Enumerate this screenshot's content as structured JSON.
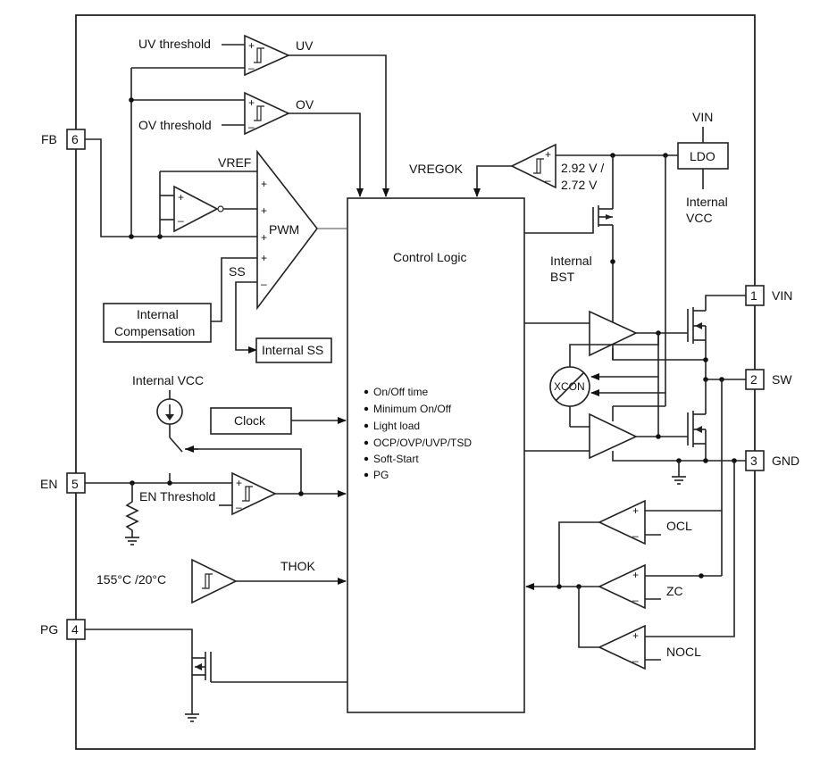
{
  "pins": {
    "fb": {
      "name": "FB",
      "num": "6"
    },
    "en": {
      "name": "EN",
      "num": "5"
    },
    "pg": {
      "name": "PG",
      "num": "4"
    },
    "vin": {
      "name": "VIN",
      "num": "1"
    },
    "sw": {
      "name": "SW",
      "num": "2"
    },
    "gnd": {
      "name": "GND",
      "num": "3"
    }
  },
  "labels": {
    "uv_threshold": "UV threshold",
    "uv": "UV",
    "ov_threshold": "OV threshold",
    "ov": "OV",
    "vref": "VREF",
    "pwm": "PWM",
    "ss": "SS",
    "internal_compensation_line1": "Internal",
    "internal_compensation_line2": "Compensation",
    "internal_ss": "Internal SS",
    "internal_vcc_en": "Internal VCC",
    "clock": "Clock",
    "en_threshold": "EN Threshold",
    "temp_threshold": "155°C /20°C",
    "thok": "THOK",
    "vregok": "VREGOK",
    "vreg_thresh_line1": "2.92 V /",
    "vreg_thresh_line2": "2.72 V",
    "vin_top": "VIN",
    "ldo": "LDO",
    "internal_vcc_line1": "Internal",
    "internal_vcc_line2": "VCC",
    "internal_bst_line1": "Internal",
    "internal_bst_line2": "BST",
    "xcon": "XCON",
    "ocl": "OCL",
    "zc": "ZC",
    "nocl": "NOCL",
    "control_logic": "Control Logic",
    "plus": "+",
    "minus": "–"
  },
  "control_logic_items": [
    "On/Off time",
    "Minimum On/Off",
    "Light load",
    "OCP/OVP/UVP/TSD",
    "Soft-Start",
    "PG"
  ]
}
